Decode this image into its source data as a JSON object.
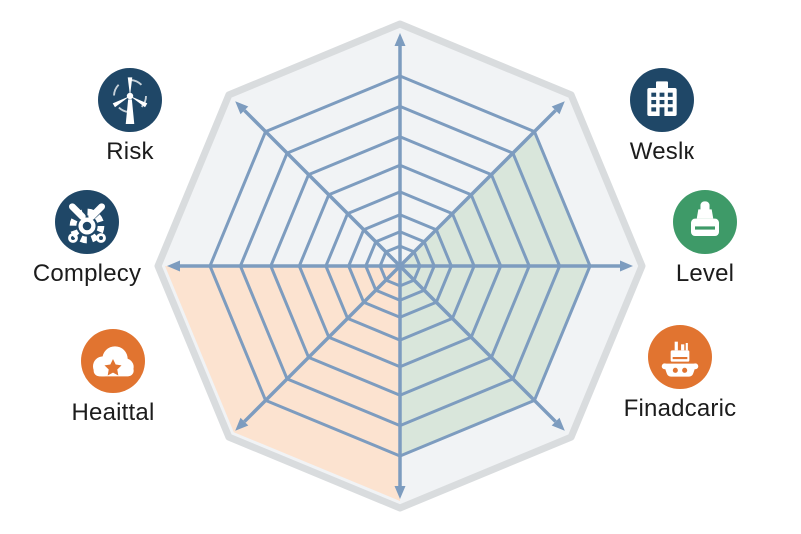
{
  "page": {
    "background": "#ffffff"
  },
  "chart_data": {
    "type": "radar",
    "style": "octagonal-spider-web",
    "title": "",
    "axes_count": 8,
    "center": {
      "x": 400,
      "y": 266
    },
    "octagon_radius": 242,
    "max_ring_radius": 190,
    "spoke_length": 233,
    "ring_fractions": [
      1,
      0.84,
      0.68,
      0.53,
      0.39,
      0.27,
      0.18,
      0.105
    ],
    "series": [],
    "shaded_sectors": [
      {
        "name": "green-sector",
        "angles_deg": [
          45,
          0,
          -45,
          -90
        ],
        "radius": 190,
        "color": "#d9e6db"
      },
      {
        "name": "peach-sector",
        "angles_deg": [
          180,
          225,
          270
        ],
        "radius": 235,
        "color": "#fce3d0"
      }
    ],
    "colors": {
      "web_line": "#7d9cbf",
      "octagon_fill": "#f1f3f5",
      "octagon_stroke": "#d9dcde"
    },
    "line_widths": {
      "ring": 3,
      "spoke": 3.5,
      "octagon": 7
    },
    "legend_position": "around"
  },
  "legend": {
    "items": [
      {
        "id": "risk",
        "label": "Risk",
        "icon": "wind-turbine-icon",
        "color": "#1f4767"
      },
      {
        "id": "weslk",
        "label": "Weslк",
        "icon": "building-icon",
        "color": "#1f4767"
      },
      {
        "id": "complecy",
        "label": "Complecy",
        "icon": "gear-tools-icon",
        "color": "#1f4767"
      },
      {
        "id": "level",
        "label": "Level",
        "icon": "stamp-icon",
        "color": "#3e9a68"
      },
      {
        "id": "heaittal",
        "label": "Heaittal",
        "icon": "cloud-icon",
        "color": "#e17430"
      },
      {
        "id": "finadcaric",
        "label": "Finadcaric",
        "icon": "boat-icon",
        "color": "#e17430"
      }
    ]
  }
}
